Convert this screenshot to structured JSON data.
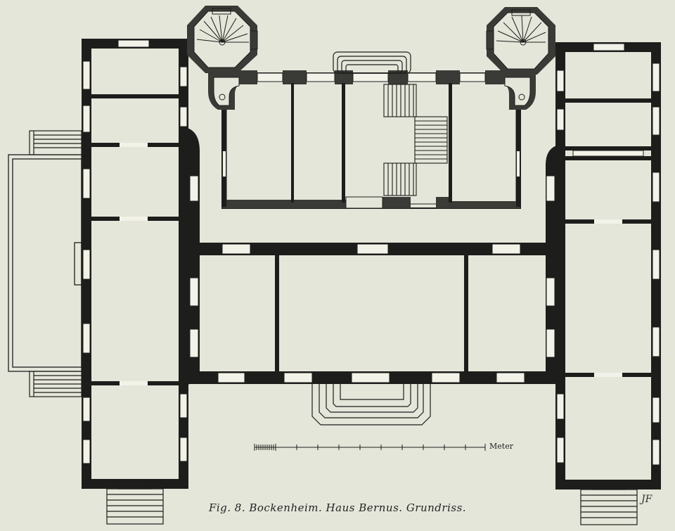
{
  "figure": {
    "caption": "Fig. 8. Bockenheim. Haus Bernus. Grundriss.",
    "scale_unit": "Meter",
    "monogram": "JF"
  },
  "colors": {
    "paper": "#e5e6da",
    "wall": "#1d1d1b",
    "line": "#1d1d1b",
    "window": "#f2f2e8",
    "masonry": "#3a3a36"
  }
}
